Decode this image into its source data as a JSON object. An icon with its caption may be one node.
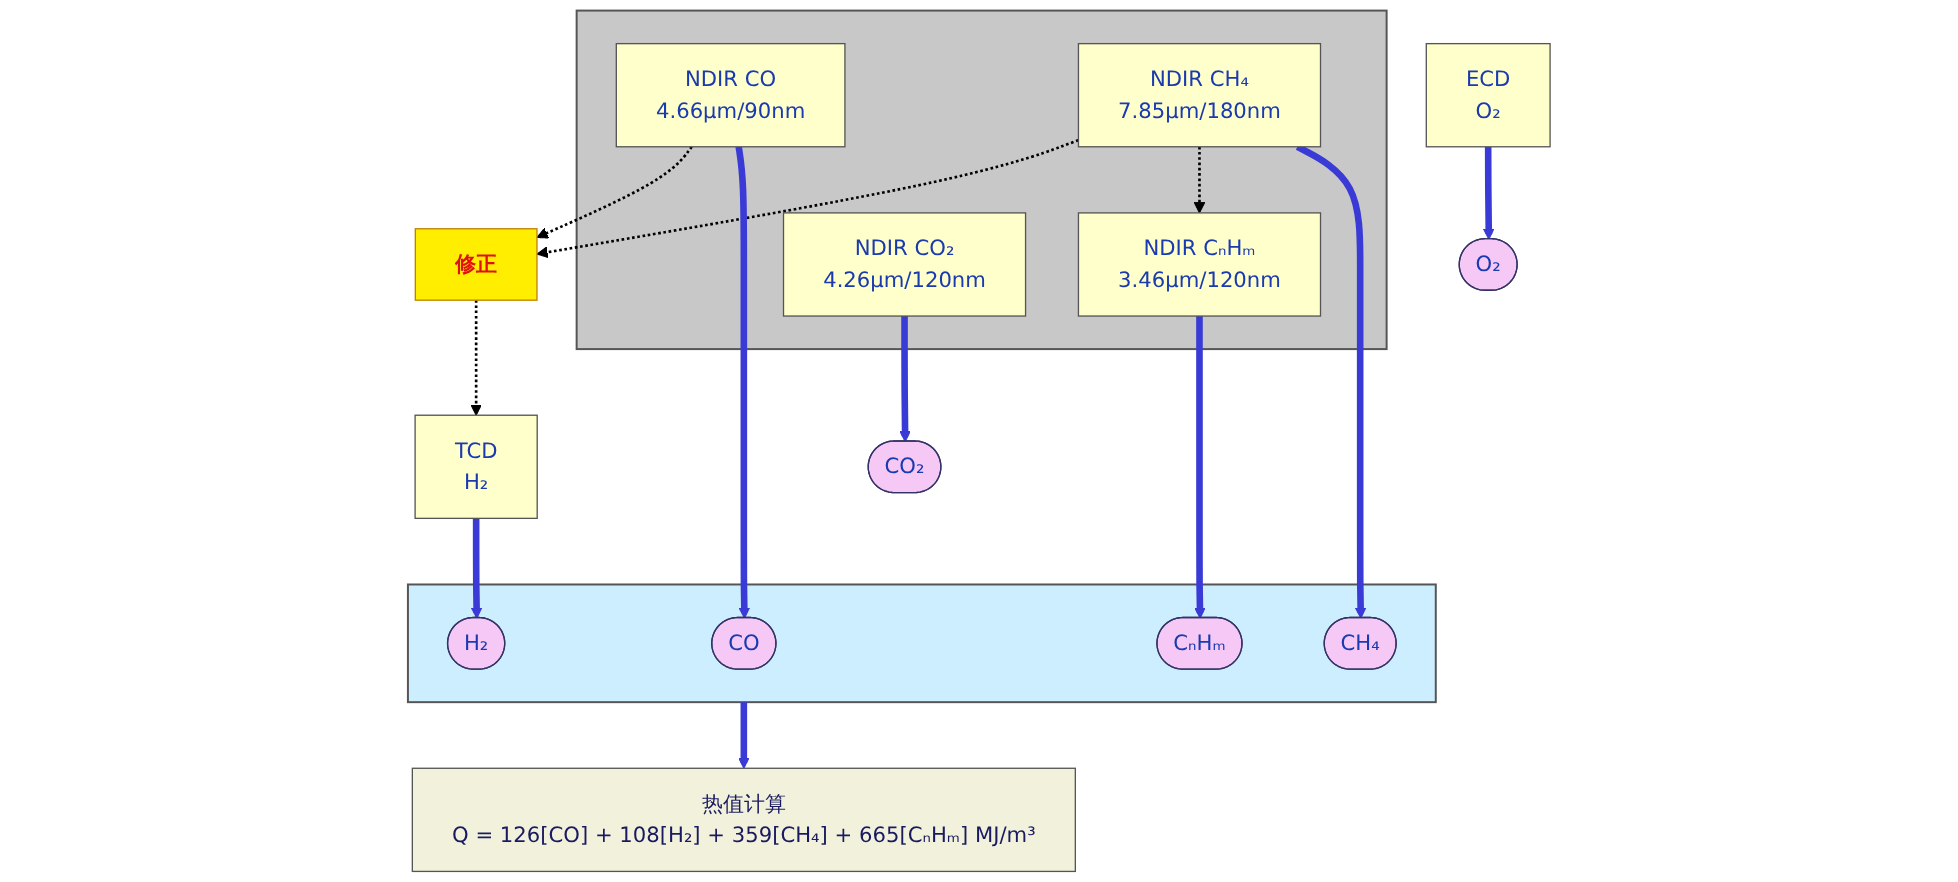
{
  "diagram": {
    "nodes": [
      {
        "text": [
          "修正"
        ]
      },
      {
        "text": [],
        "shape": "box"
      },
      {
        "text": [
          "NDIR CO₂",
          "4.26μm/120nm"
        ],
        "in": 1
      },
      {
        "text": [
          "NDIR CO",
          "4.66μm/90nm"
        ],
        "in": 1
      },
      {
        "text": [
          "NDIR CH₄",
          "7.85μm/180nm"
        ],
        "in": 1
      },
      {
        "text": [
          "NDIR CₙHₘ",
          "3.46μm/120nm"
        ],
        "in": 1
      },
      {
        "text": [
          "TCD",
          "H₂"
        ]
      },
      {
        "text": [
          "ECD",
          "O₂"
        ]
      },
      {
        "text": [
          "CO₂"
        ]
      },
      {
        "text": [],
        "shape": "box"
      },
      {
        "text": [
          "CO"
        ],
        "in": 9
      },
      {
        "text": [
          "CH₄"
        ],
        "in": 9
      },
      {
        "text": [
          "CₙHₘ"
        ],
        "in": 9
      },
      {
        "text": [
          "H₂"
        ],
        "in": 9
      },
      {
        "text": [
          "O₂"
        ]
      },
      {
        "text": [
          "热值计算",
          "Q = 126[CO] + 108[H₂] + 359[CH₄] + 665[CₙHₘ] MJ/m³"
        ]
      }
    ],
    "edges": [
      {
        "from": 3,
        "to": 0,
        "arrow": "to",
        "style": "dashed",
        "color": "#000000"
      },
      {
        "from": 4,
        "to": 0,
        "arrow": "to",
        "style": "dashed",
        "color": "#000000"
      },
      {
        "from": 0,
        "to": 6,
        "arrow": "to",
        "style": "dashed",
        "color": "#000000"
      },
      {
        "from": 4,
        "to": 5,
        "arrow": "to",
        "style": "dashed",
        "color": "#000000"
      },
      {
        "from": 2,
        "to": 8,
        "arrow": "to"
      },
      {
        "from": 3,
        "to": 10,
        "arrow": "to"
      },
      {
        "from": 4,
        "to": 11,
        "arrow": "to"
      },
      {
        "from": 5,
        "to": 12,
        "arrow": "to"
      },
      {
        "from": 6,
        "to": 13,
        "arrow": "to"
      },
      {
        "from": 7,
        "to": 14,
        "arrow": "to"
      },
      {
        "from": 9,
        "to": 15,
        "arrow": "to"
      }
    ]
  }
}
